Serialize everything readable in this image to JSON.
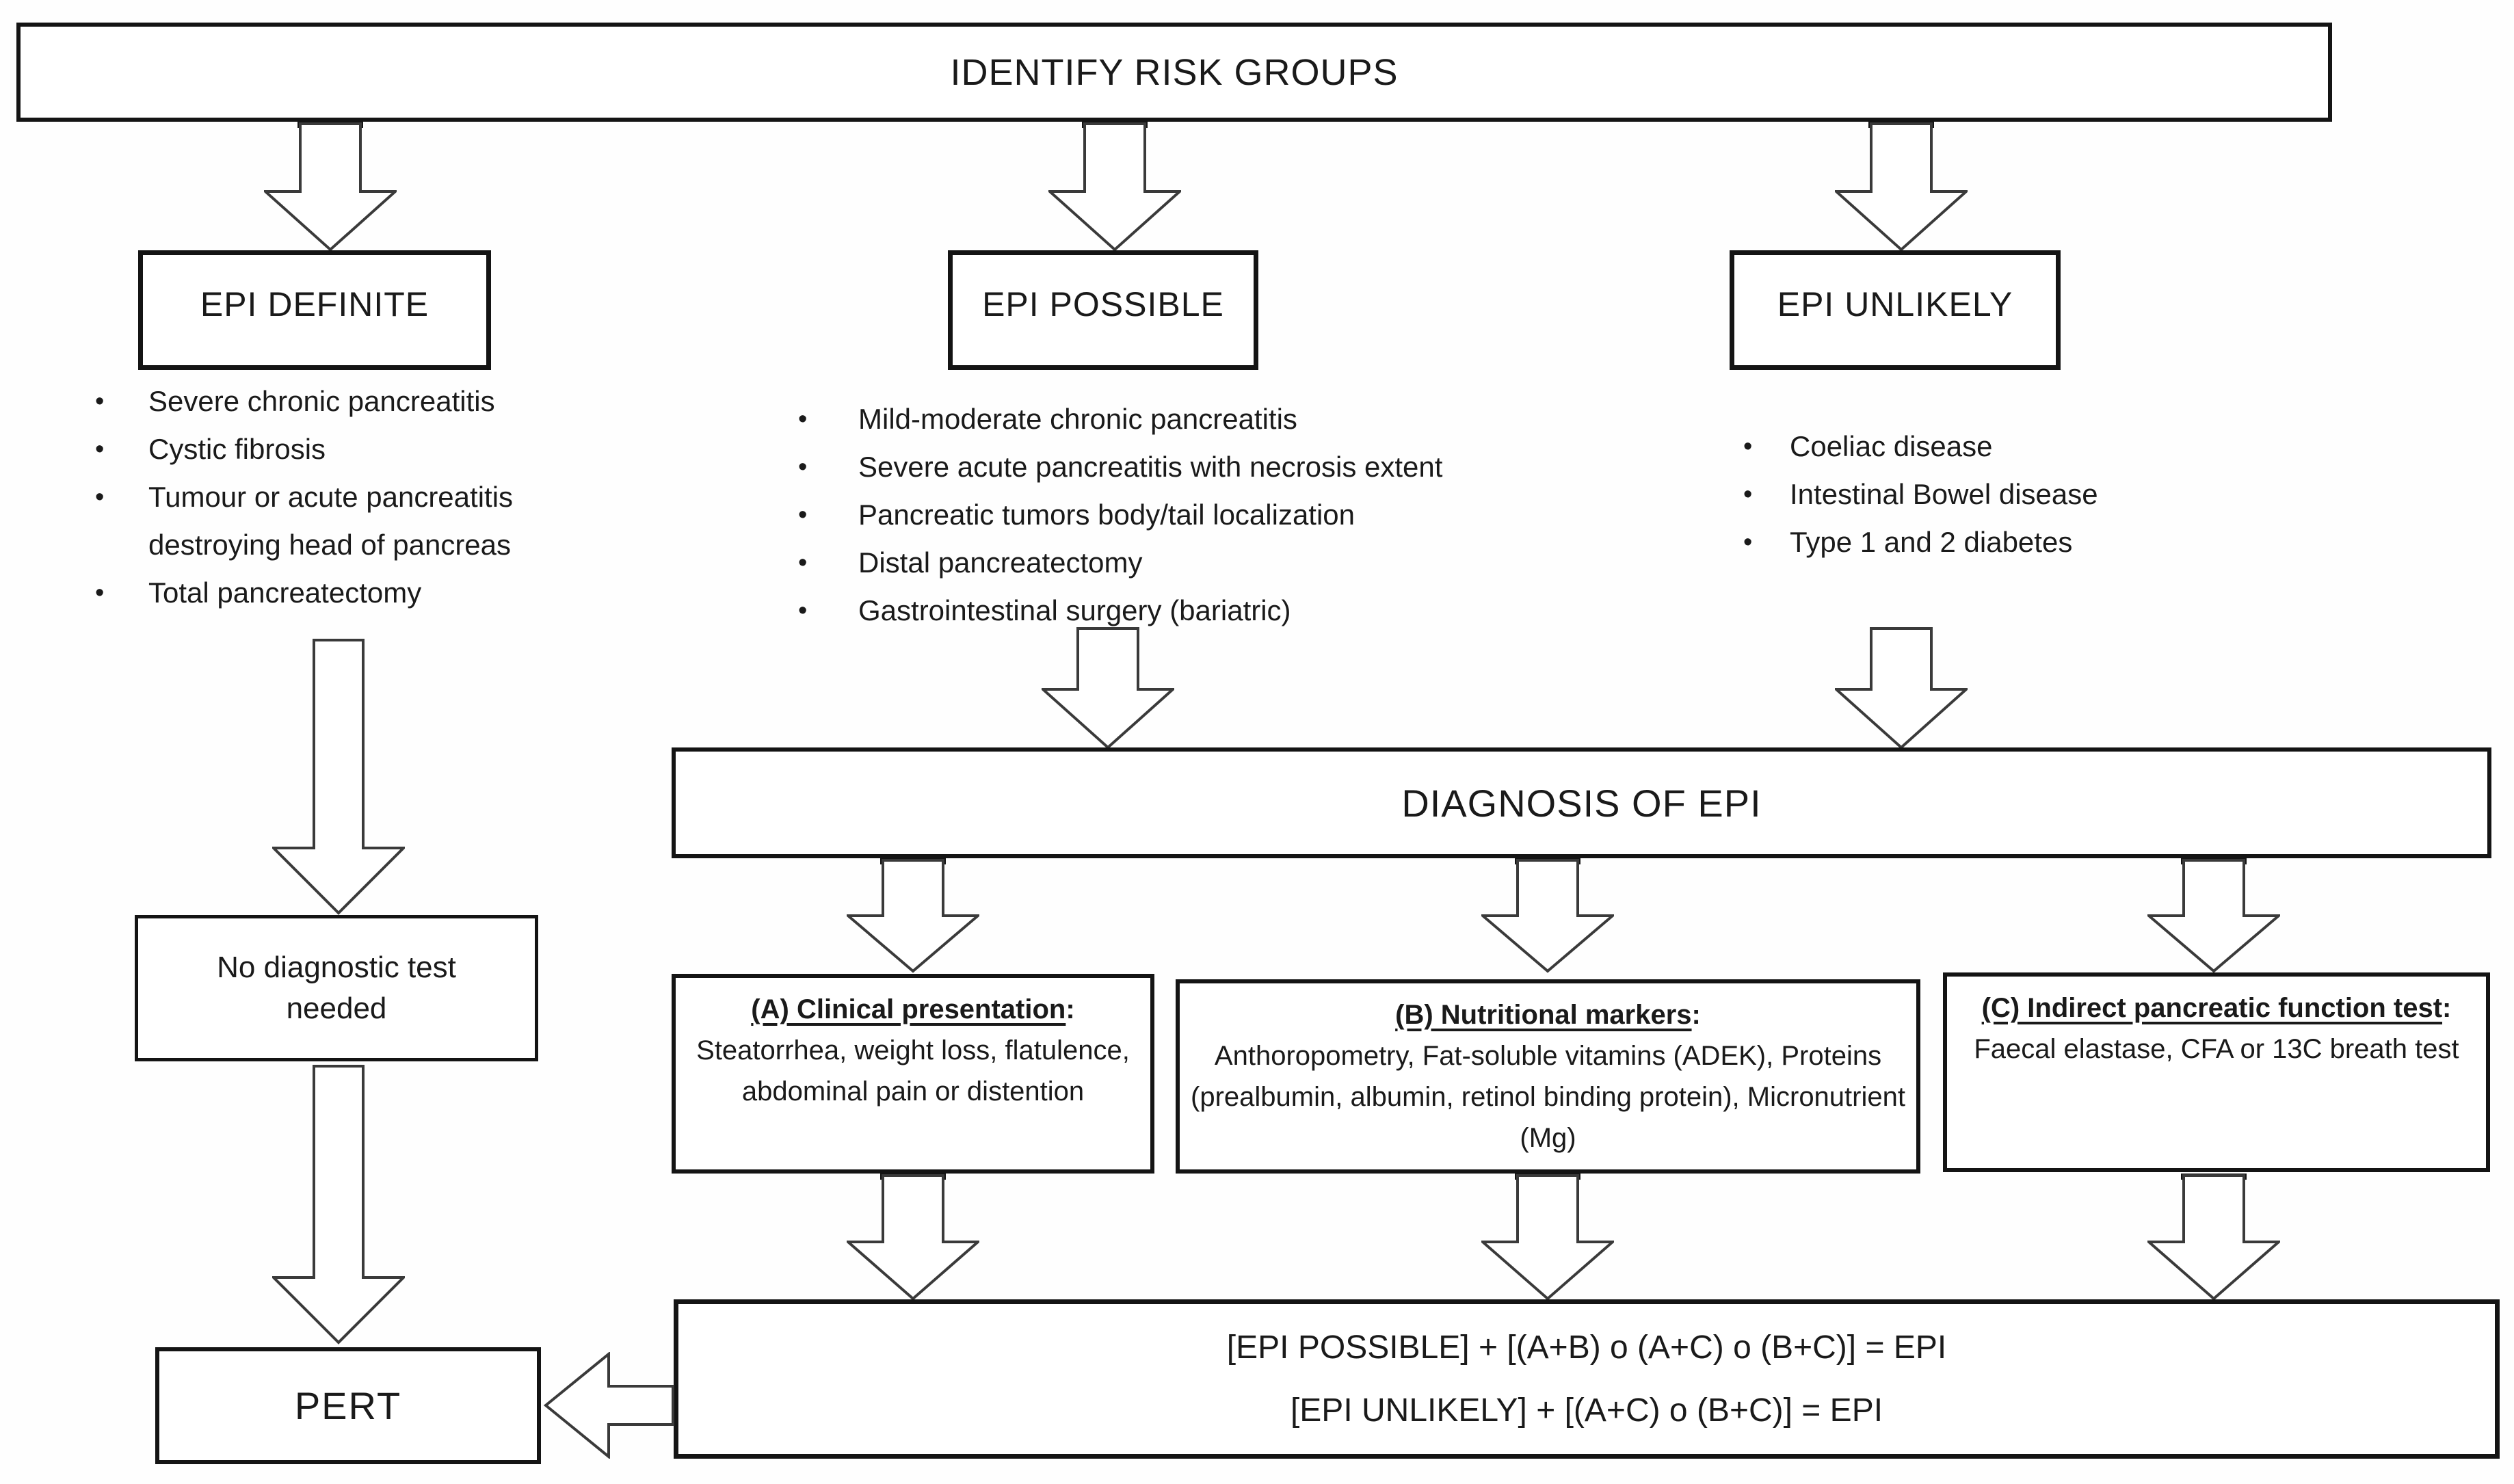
{
  "header": {
    "title": "IDENTIFY RISK GROUPS"
  },
  "groups": [
    {
      "label": "EPI DEFINITE",
      "bullets": [
        "Severe chronic pancreatitis",
        "Cystic fibrosis",
        "Tumour or acute pancreatitis destroying head of pancreas",
        "Total pancreatectomy"
      ]
    },
    {
      "label": "EPI POSSIBLE",
      "bullets": [
        "Mild-moderate chronic pancreatitis",
        "Severe acute pancreatitis with necrosis extent",
        "Pancreatic tumors body/tail localization",
        "Distal pancreatectomy",
        "Gastrointestinal surgery (bariatric)"
      ]
    },
    {
      "label": "EPI UNLIKELY",
      "bullets": [
        "Coeliac disease",
        "Intestinal Bowel disease",
        "Type 1 and 2 diabetes"
      ]
    }
  ],
  "diagnosis": {
    "title": "DIAGNOSIS OF EPI"
  },
  "punct": {
    "colon": ":"
  },
  "tests": [
    {
      "title": "(A) Clinical presentation",
      "body": "Steatorrhea, weight loss, flatulence, abdominal pain or distention"
    },
    {
      "title": "(B) Nutritional markers",
      "body": "Anthoropometry, Fat-soluble vitamins (ADEK), Proteins (prealbumin, albumin, retinol binding protein), Micronutrient (Mg)"
    },
    {
      "title": "(C) Indirect pancreatic function test",
      "body": "Faecal elastase, CFA or 13C breath test"
    }
  ],
  "outcome": {
    "no_test": "No diagnostic test needed",
    "pert": "PERT"
  },
  "formula": {
    "line1": "[EPI POSSIBLE] + [(A+B) o (A+C) o (B+C)] = EPI",
    "line2": "[EPI UNLIKELY] + [(A+C) o (B+C)] = EPI"
  },
  "colors": {
    "background": "#fefefe",
    "box_border": "#141414",
    "arrow_stroke": "#3a3a3a",
    "text": "#1a1a1a"
  }
}
